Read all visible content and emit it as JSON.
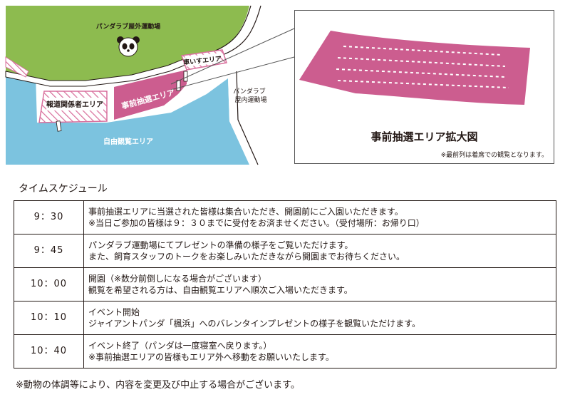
{
  "map": {
    "outdoor_label": "パンダラブ屋外運動場",
    "wheelchair_label": "車いすエリア",
    "lottery_label": "事前抽選エリア",
    "staff_label": "報道関係者エリア",
    "indoor_label_line1": "パンダラブ",
    "indoor_label_line2": "屋内運動場",
    "free_label": "自由観覧エリア",
    "colors": {
      "green": "#8dbb4f",
      "pink": "#cc5d8f",
      "blue": "#7cc3df",
      "hatch": "#d9709d"
    },
    "icons": [
      "panda-icon"
    ]
  },
  "zoom": {
    "title": "事前抽選エリア拡大図",
    "note": "※最前列は着席での観覧となります。"
  },
  "schedule_title": "タイムスケジュール",
  "schedule": [
    {
      "time": "9：30",
      "lines": [
        "事前抽選エリアに当選された皆様は集合いただき、開園前にご入園いただきます。",
        "※当日ご参加の皆様は９：３０までに受付をお済ませください。（受付場所：お帰り口）"
      ]
    },
    {
      "time": "9：45",
      "lines": [
        "パンダラブ運動場にてプレゼントの準備の様子をご覧いただけます。",
        "また、飼育スタッフのトークをお楽しみいただきながら開園までお待ちください。"
      ]
    },
    {
      "time": "10：00",
      "lines": [
        "開園（※数分前倒しになる場合がございます）",
        "観覧を希望される方は、自由観覧エリアへ順次ご入場いただきます。"
      ]
    },
    {
      "time": "10：10",
      "lines": [
        "イベント開始",
        "ジャイアントパンダ「楓浜」へのバレンタインプレゼントの様子を観覧いただけます。"
      ]
    },
    {
      "time": "10：40",
      "lines": [
        "イベント終了（パンダは一度寝室へ戻ります。）",
        "※事前抽選エリアの皆様もエリア外へ移動をお願いいたします。"
      ]
    }
  ],
  "footnote": "※動物の体調等により、内容を変更及び中止する場合がございます。"
}
